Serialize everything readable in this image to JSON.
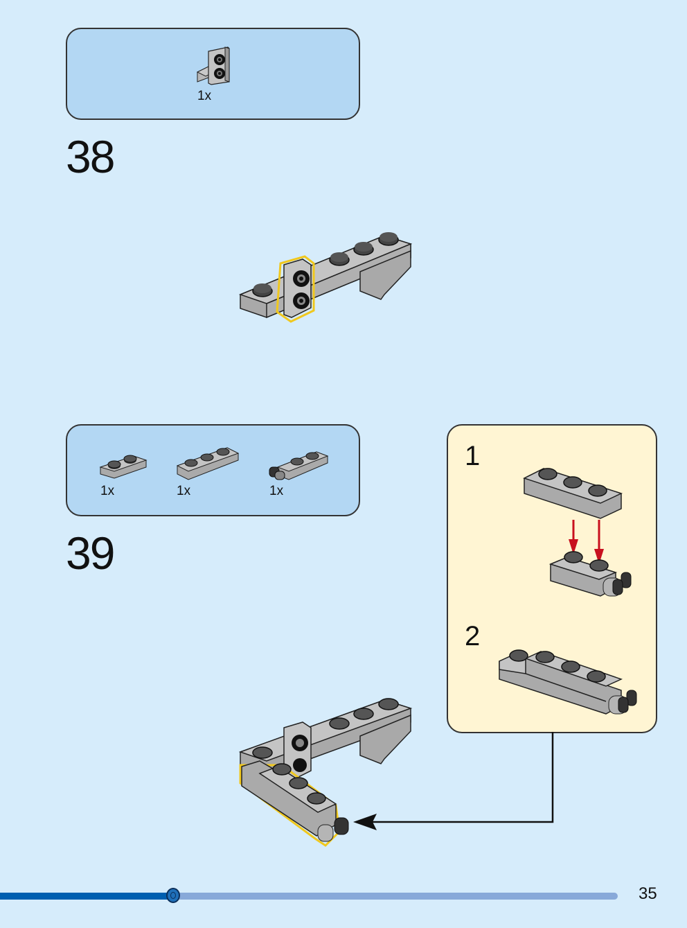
{
  "steps": [
    {
      "number": "38",
      "parts": [
        {
          "name": "angle-bracket-1x2-2x2",
          "quantity": "1x"
        }
      ]
    },
    {
      "number": "39",
      "parts": [
        {
          "name": "plate-1x2",
          "quantity": "1x"
        },
        {
          "name": "plate-1x3",
          "quantity": "1x"
        },
        {
          "name": "hinge-plate-1x2-fingers",
          "quantity": "1x"
        }
      ],
      "sub_assembly": {
        "substeps": [
          {
            "number": "1"
          },
          {
            "number": "2"
          }
        ]
      }
    }
  ],
  "colors": {
    "page_background": "#d6ecfb",
    "parts_box": "#b3d7f3",
    "sub_assembly_box": "#fff5d3",
    "highlight": "#f0c81e",
    "arrow_red": "#c8101e",
    "brick_gray": "#a9a9a9",
    "progress_fill": "#005fb0",
    "progress_track": "#88a9d9"
  },
  "progress": {
    "fraction": 0.28
  },
  "page_number": "35"
}
